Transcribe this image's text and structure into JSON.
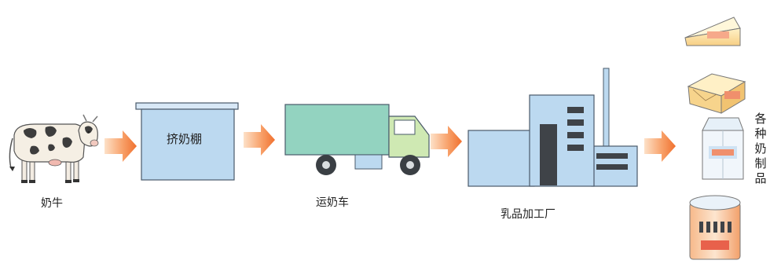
{
  "labels": {
    "cow": "奶牛",
    "shed": "挤奶棚",
    "truck": "运奶车",
    "factory": "乳品加工厂",
    "products": "各种奶制品"
  },
  "colors": {
    "box_fill": "#bcd9f0",
    "box_stroke": "#4a5a6a",
    "truck_body": "#93d3c0",
    "truck_cab": "#cfe9b3",
    "arrow": "#f58a4b",
    "wheel": "#3a3f44",
    "product_text": "#e0584b"
  }
}
